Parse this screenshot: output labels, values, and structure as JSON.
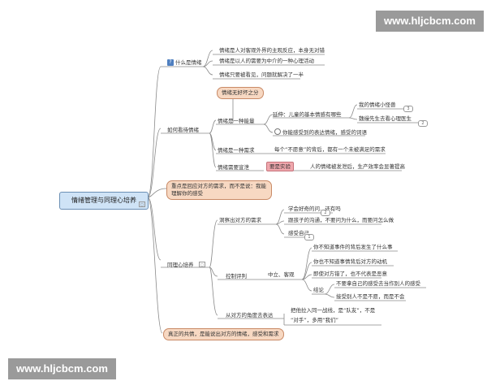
{
  "watermark_top": "www.hljcbcm.com",
  "watermark_bottom": "www.hljcbcm.com",
  "central": "情绪管理与同理心培养",
  "icons": [
    "question-icon",
    "bulb-icon",
    "link-icon"
  ],
  "branch1": {
    "title": "什么是情绪",
    "items": [
      "情绪是人对客观外界的主观反应，本身无对错",
      "情绪是以人的需要为中介的一种心理活动",
      "情绪只要被看见，问题就解决了一半"
    ]
  },
  "branch2": {
    "title": "如何看待情绪",
    "bubble": "情绪无好坏之分",
    "energy": {
      "title": "情绪是一种能量",
      "child_label": "延伸：儿童的基本情感有哪些",
      "child_items": [
        "我的情绪小怪兽",
        "魏缦先生去看心理医生"
      ],
      "express": "你能感受到的表达情绪，感受的词语",
      "badges": [
        "3",
        "2"
      ]
    },
    "need": {
      "title": "情绪是一种需求",
      "text": "每个“不愿意”的背后，都有一个未被满足的需求"
    },
    "cost": {
      "title": "情绪需要宣泄",
      "tag": "要是实验",
      "text": "人的情绪被发泄后，生产效率会显著提高"
    }
  },
  "bubble_mid": "重点是回应对方的需求，而不是说：我能理解你的感受",
  "branch3": {
    "title": "同理心培养",
    "needs": {
      "title": "洞察出对方的需求",
      "items": [
        "学会好奇的问...还有吗",
        "跟孩子的沟通，不要问为什么，而要问怎么做",
        "感受自己"
      ],
      "badges": [
        "2",
        "1"
      ]
    },
    "control": {
      "title": "控制评判",
      "mid": "中立、客观",
      "top": "你不知道事件的背后发生了什么事",
      "items": [
        "你也不知道事情背后对方的动机",
        "即使对方错了，也不代表是恶意"
      ],
      "conclusion_label": "结论",
      "conclusions": [
        "不要拿自己的感受去当作别人的感受",
        "接受别人不是不愿，而是不会"
      ]
    },
    "angle": {
      "title": "从对方的角度去表达",
      "text_line1": "把他拉入同一战线，是“队友”，不是",
      "text_line2": "“对手”，多用“我们”"
    }
  },
  "bubble_bottom": "真正的共情，是能说出对方的情绪，感受和需求"
}
